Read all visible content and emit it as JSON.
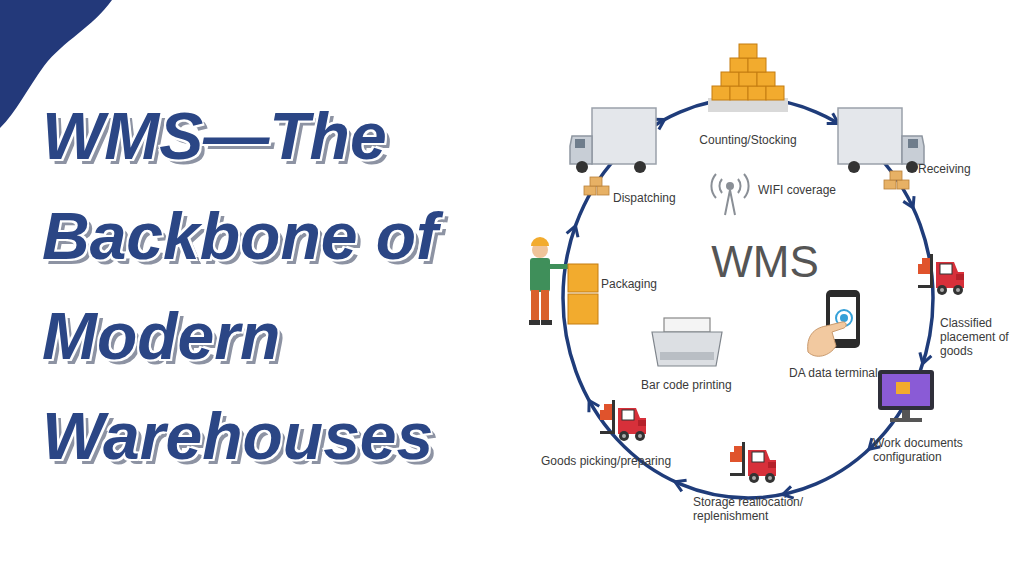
{
  "diagram": {
    "title": "WMS—The Backbone of Modern Warehouses",
    "labels": [
      "Counting/Stocking",
      "Receiving",
      "WIFI coverage",
      "WMS",
      "Dispatching",
      "Packaging",
      "Classified placement of goods",
      "DA data terminal",
      "Bar code printing",
      "Work documents configuration",
      "Goods picking/preparing",
      "Storage reallocation/ replenishment"
    ]
  }
}
